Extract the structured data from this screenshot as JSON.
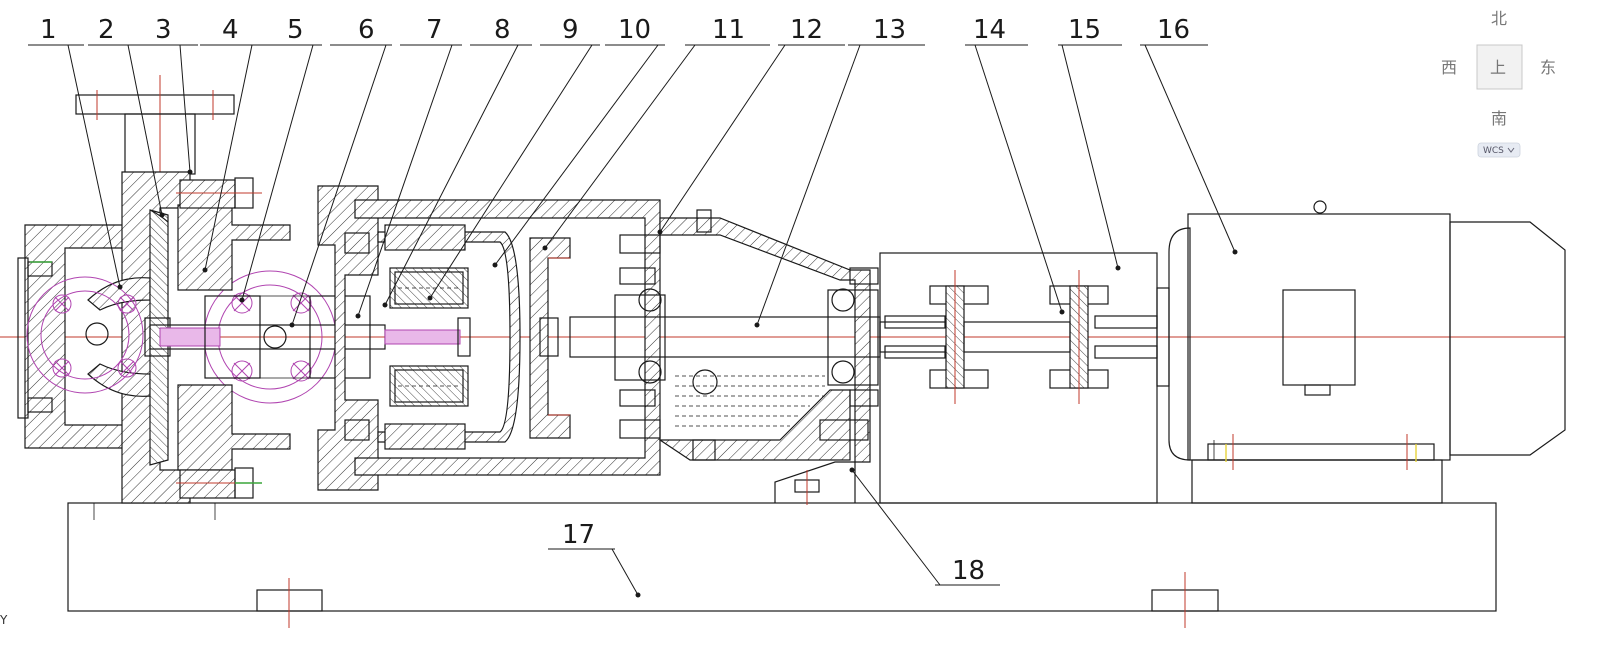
{
  "part_numbers": [
    "1",
    "2",
    "3",
    "4",
    "5",
    "6",
    "7",
    "8",
    "9",
    "10",
    "11",
    "12",
    "13",
    "14",
    "15",
    "16",
    "17",
    "18"
  ],
  "compass": {
    "north": "北",
    "south": "南",
    "west": "西",
    "east": "东",
    "center": "上"
  },
  "wcs_label": "WCS",
  "axis_label": "Y",
  "colors": {
    "line": "#1a1a1a",
    "center_line": "#c0392b",
    "magenta": "#b044b0",
    "yellow": "#e6d23a",
    "green": "#3aa63a"
  }
}
